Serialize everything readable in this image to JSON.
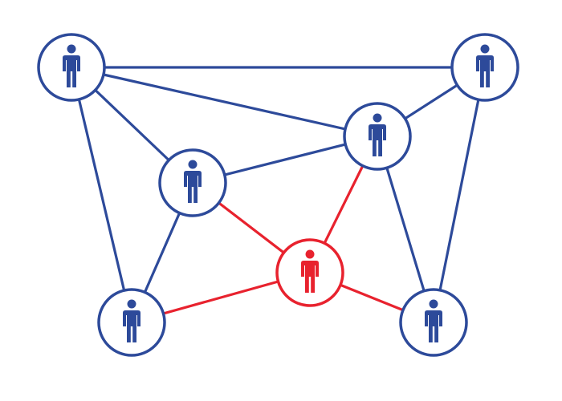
{
  "diagram": {
    "type": "social-network",
    "colors": {
      "default": "#2d4a9a",
      "highlight": "#e8222e",
      "background": "#ffffff"
    },
    "nodes": [
      {
        "id": "person-top-left",
        "icon": "person-icon",
        "highlighted": false
      },
      {
        "id": "person-top-right",
        "icon": "person-icon",
        "highlighted": false
      },
      {
        "id": "person-upper-middle-right",
        "icon": "person-icon",
        "highlighted": false
      },
      {
        "id": "person-middle-left",
        "icon": "person-icon",
        "highlighted": false
      },
      {
        "id": "person-center",
        "icon": "person-icon",
        "highlighted": true
      },
      {
        "id": "person-bottom-left",
        "icon": "person-icon",
        "highlighted": false
      },
      {
        "id": "person-bottom-right",
        "icon": "person-icon",
        "highlighted": false
      }
    ],
    "edges": [
      {
        "from": "person-top-left",
        "to": "person-top-right",
        "highlighted": false
      },
      {
        "from": "person-top-left",
        "to": "person-upper-middle-right",
        "highlighted": false
      },
      {
        "from": "person-top-left",
        "to": "person-middle-left",
        "highlighted": false
      },
      {
        "from": "person-top-left",
        "to": "person-bottom-left",
        "highlighted": false
      },
      {
        "from": "person-top-right",
        "to": "person-upper-middle-right",
        "highlighted": false
      },
      {
        "from": "person-top-right",
        "to": "person-bottom-right",
        "highlighted": false
      },
      {
        "from": "person-middle-left",
        "to": "person-upper-middle-right",
        "highlighted": false
      },
      {
        "from": "person-middle-left",
        "to": "person-bottom-left",
        "highlighted": false
      },
      {
        "from": "person-upper-middle-right",
        "to": "person-bottom-right",
        "highlighted": false
      },
      {
        "from": "person-center",
        "to": "person-middle-left",
        "highlighted": true
      },
      {
        "from": "person-center",
        "to": "person-upper-middle-right",
        "highlighted": true
      },
      {
        "from": "person-center",
        "to": "person-bottom-left",
        "highlighted": true
      },
      {
        "from": "person-center",
        "to": "person-bottom-right",
        "highlighted": true
      }
    ]
  }
}
